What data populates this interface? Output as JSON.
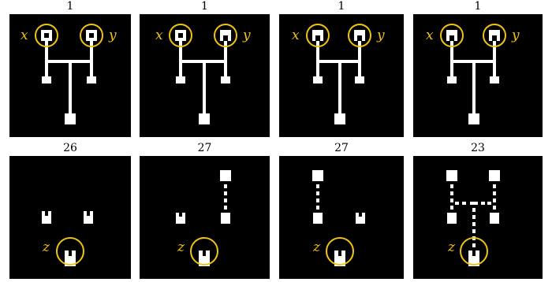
{
  "rows": [
    {
      "panels": [
        {
          "number": "1",
          "labels": {
            "x": "x",
            "y": "y"
          }
        },
        {
          "number": "1",
          "labels": {
            "x": "x",
            "y": "y"
          }
        },
        {
          "number": "1",
          "labels": {
            "x": "x",
            "y": "y"
          }
        },
        {
          "number": "1",
          "labels": {
            "x": "x",
            "y": "y"
          }
        }
      ]
    },
    {
      "panels": [
        {
          "number": "26",
          "labels": {
            "z": "z"
          }
        },
        {
          "number": "27",
          "labels": {
            "z": "z"
          }
        },
        {
          "number": "27",
          "labels": {
            "z": "z"
          }
        },
        {
          "number": "23",
          "labels": {
            "z": "z"
          }
        }
      ]
    }
  ],
  "colors": {
    "panel": "#000000",
    "shape": "#ffffff",
    "highlight": "#f1c40f"
  }
}
